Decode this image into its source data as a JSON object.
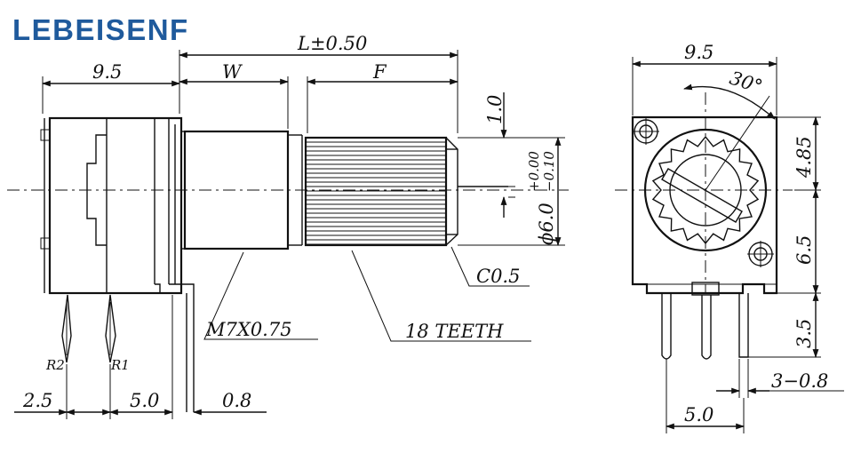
{
  "brand": "LEBEISENF",
  "side_view": {
    "length_label": "L±0.50",
    "width_label": "W",
    "flat_label": "F",
    "body_dim": "9.5",
    "flat_height": "1.0",
    "shaft_dia": "ϕ6.0",
    "tol_upper": "+0.00",
    "tol_lower": "−0.10",
    "chamfer": "C0.5",
    "thread": "M7X0.75",
    "teeth": "18  TEETH",
    "pin_r2": "R2",
    "pin_r1": "R1",
    "pitch_left": "2.5",
    "pitch_mid": "5.0",
    "pin_thick": "0.8"
  },
  "front_view": {
    "width_dim": "9.5",
    "angle": "30°",
    "top_dim": "4.85",
    "mid_dim": "6.5",
    "pin_len": "3.5",
    "pin_spec": "3−0.8",
    "pin_pitch": "5.0"
  }
}
